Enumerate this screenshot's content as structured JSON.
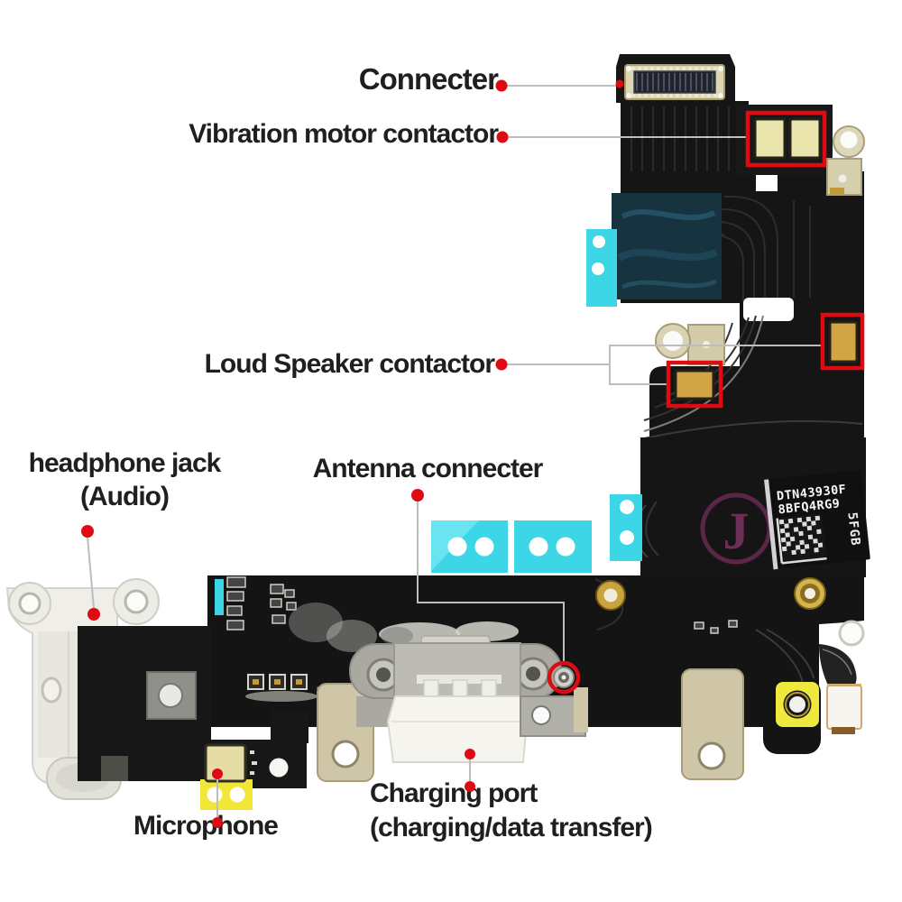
{
  "diagram": {
    "labels": {
      "connector": "Connecter",
      "vibration_motor": "Vibration motor contactor",
      "loud_speaker": "Loud Speaker contactor",
      "headphone_jack_line1": "headphone jack",
      "headphone_jack_line2": "(Audio)",
      "antenna": "Antenna connecter",
      "microphone": "Microphone",
      "charging_port_line1": "Charging port",
      "charging_port_line2": "(charging/data transfer)"
    },
    "sticker": {
      "line1": "DTN43930F",
      "line2": "8BFQ4RG9",
      "side_code": "5FGB"
    },
    "watermark_letter": "J",
    "colors": {
      "annotation_red": "#de0c12",
      "leader_line": "#bdbdbd",
      "label_text": "#1f1f1f",
      "flex_black": "#151515",
      "cyan_tape": "#3cd6e6",
      "teal_adhesive": "#17333f",
      "gold_pad": "#d2a544",
      "pale_contact_pad": "#eae5ad",
      "yellow_tape": "#f2e636",
      "metal_bracket": "#d6cfae"
    }
  }
}
